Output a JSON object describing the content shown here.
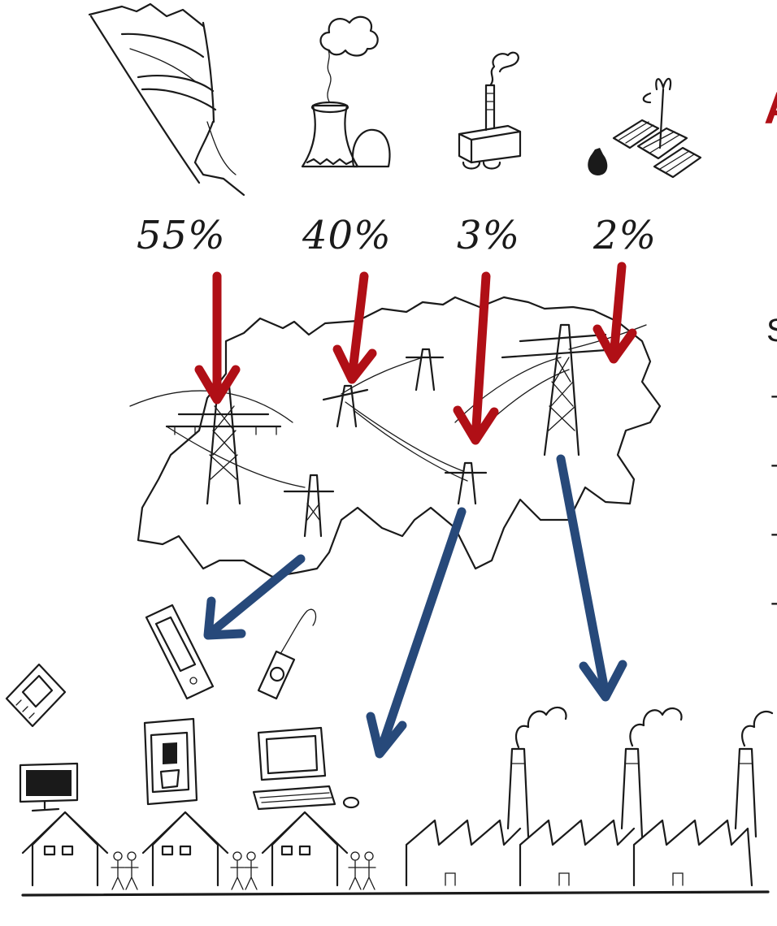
{
  "sources": [
    {
      "icon": "hydropower-dam-icon",
      "share": "55%"
    },
    {
      "icon": "nuclear-plant-icon",
      "share": "40%"
    },
    {
      "icon": "fossil-plant-icon",
      "share": "3%"
    },
    {
      "icon": "renewables-icon",
      "share": "2%"
    }
  ],
  "colors": {
    "supply_arrow": "#b00f16",
    "distribution_arrow": "#27497a",
    "ink": "#1a1a1a"
  },
  "right_edge_fragments": {
    "red_glyph": "A",
    "black_glyph": "S",
    "dashes": [
      "-",
      "-",
      "-",
      "-"
    ]
  }
}
